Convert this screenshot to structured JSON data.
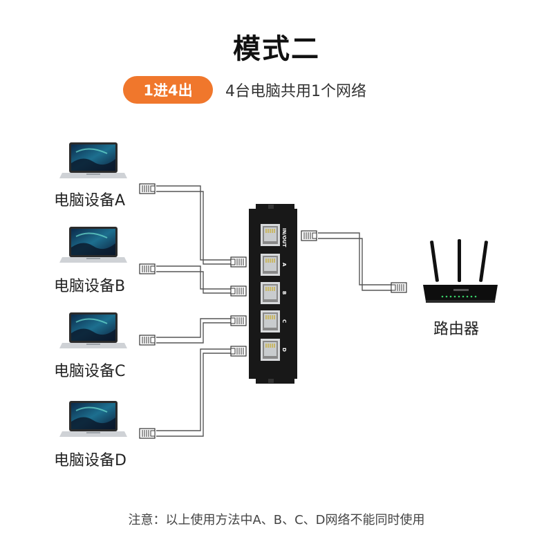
{
  "title": "模式二",
  "badge": "1进4出",
  "subtitle": "4台电脑共用1个网络",
  "devices": [
    {
      "label": "电脑设备A"
    },
    {
      "label": "电脑设备B"
    },
    {
      "label": "电脑设备C"
    },
    {
      "label": "电脑设备D"
    }
  ],
  "switch": {
    "ports": [
      "IN/OUT",
      "A",
      "B",
      "C",
      "D"
    ]
  },
  "router": {
    "label": "路由器"
  },
  "note": "注意：以上使用方法中A、B、C、D网络不能同时使用",
  "colors": {
    "accent": "#f0772c",
    "cable": "#555555",
    "device_body": "#1a1a1a"
  }
}
